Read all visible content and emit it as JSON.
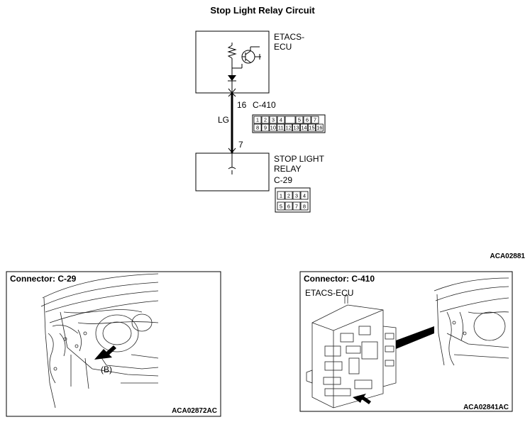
{
  "title": "Stop Light Relay Circuit",
  "etacs": {
    "line1": "ETACS-",
    "line2": "ECU"
  },
  "connector_c410": {
    "pin": "16",
    "name": "C-410",
    "wire": "LG",
    "pins_top": [
      "1",
      "2",
      "3",
      "4",
      "",
      "5",
      "6",
      "7"
    ],
    "pins_bottom": [
      "8",
      "9",
      "10",
      "11",
      "12",
      "13",
      "14",
      "15",
      "16"
    ]
  },
  "relay": {
    "pin": "7",
    "line1": "STOP LIGHT",
    "line2": "RELAY",
    "connector": "C-29",
    "pins_top": [
      "1",
      "2",
      "3",
      "4"
    ],
    "pins_bottom": [
      "5",
      "6",
      "7",
      "8"
    ]
  },
  "diagram_code": "ACA02881",
  "panel_left": {
    "title": "Connector: C-29",
    "callout": "(B)",
    "code": "ACA02872AC"
  },
  "panel_right": {
    "title": "Connector: C-410",
    "subtitle": "ETACS-ECU",
    "code": "ACA02841AC"
  }
}
